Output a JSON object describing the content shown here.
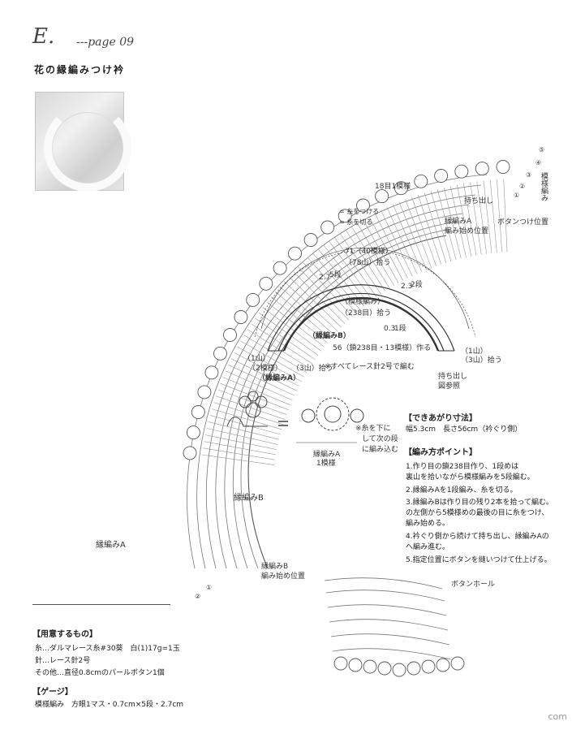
{
  "header": {
    "letter": "E.",
    "page_ref": "---page 09",
    "title": "花の縁編みつけ衿"
  },
  "diagram_labels": {
    "pattern_18": "18目1模様",
    "pattern_circle": "模様編み",
    "mochidashi": "持ち出し",
    "edge_a_start_1": "縁編みA",
    "edge_a_start_2": "編み始め位置",
    "button_pos": "ボタンつけ位置",
    "legend_attach": "= 糸をつける",
    "legend_cut": "= 糸を切る",
    "rows": [
      "⑤",
      "④",
      "③",
      "②",
      "①"
    ]
  },
  "schematic": {
    "top_71": "71（40模様）",
    "top_78": "（78山）拾う",
    "left_dim": "2.7",
    "left_rows": "5段",
    "right_dim": "2.3",
    "right_rows": "2段",
    "band_pattern": "（模様編み）",
    "band_238": "（238目）拾う",
    "small_dim": "0.3",
    "small_rows": "1段",
    "band_edge_b": "（縁編みB）",
    "chain_note": "56（鎖238目・13模様）作る",
    "left_1yama": "（1山）",
    "left_2pattern": "（2模様）",
    "left_3yama": "（3山）拾う",
    "left_edge_a": "（縁編みA）",
    "note_lace": "※すべてレース針2号で編む",
    "right_1yama": "（1山）",
    "right_3yama": "（3山）拾う",
    "right_mochi_1": "持ち出し",
    "right_mochi_2": "図参照"
  },
  "motif": {
    "equals": "=",
    "note_1": "※糸を下に",
    "note_2": "して次の段",
    "note_3": "に編み込む",
    "caption_1": "縁編みA",
    "caption_2": "1模様"
  },
  "dekiagari": {
    "heading": "【できあがり寸法】",
    "line": "幅5.3cm　長さ56cm（衿ぐり側）"
  },
  "points": {
    "heading": "【編み方ポイント】",
    "lines": [
      "1.作り目の鎖238目作り、1段めは",
      "裏山を拾いながら模様編みを5段編む。",
      "2.縁編みAを1段編み、糸を切る。",
      "3.縁編みBは作り目の残り2本を拾って編む。",
      "の左側から5模様めの最後の目に糸をつけ、",
      "編み始める。",
      "4.衿ぐり側から続けて持ち出し、縁編みAの",
      "へ編み進む。",
      "5.指定位置にボタンを縫いつけて仕上げる。"
    ]
  },
  "collar_labels": {
    "edge_b": "縁編みB",
    "edge_a": "縁編みA",
    "edge_b_start_1": "縁編みB",
    "edge_b_start_2": "編み始め位置",
    "buttonhole": "ボタンホール",
    "row2": "②",
    "row1": "①"
  },
  "materials": {
    "heading": "【用意するもの】",
    "lines": [
      "糸…ダルマレース糸#30葵　白(1)17g=1玉",
      "針…レース針2号",
      "その他…直径0.8cmのパールボタン1個"
    ]
  },
  "gauge": {
    "heading": "【ゲージ】",
    "line": "模様編み　方眼1マス・0.7cm×5段・2.7cm"
  },
  "watermark": "com"
}
